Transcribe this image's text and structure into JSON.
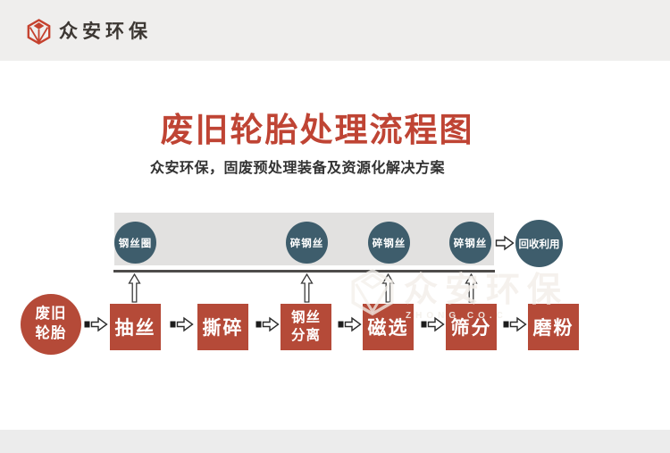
{
  "header": {
    "logo_text": "众安环保"
  },
  "hero": {
    "title": "废旧轮胎处理流程图",
    "subtitle": "众安环保，固废预处理装备及资源化解决方案"
  },
  "top_track": {
    "circles": [
      {
        "label": "钢丝圈"
      },
      {
        "label": "碎钢丝"
      },
      {
        "label": "碎钢丝"
      },
      {
        "label": "碎钢丝"
      }
    ],
    "result_label": "回收利用"
  },
  "flow": {
    "source": {
      "line1": "废旧",
      "line2": "轮胎"
    },
    "steps": [
      {
        "label": "抽丝"
      },
      {
        "label": "撕碎"
      },
      {
        "label": "钢丝分离"
      },
      {
        "label": "磁选"
      },
      {
        "label": "筛分"
      },
      {
        "label": "磨粉"
      }
    ]
  },
  "watermark": {
    "text": "众安环保",
    "subtext": "ZHONG CO.C"
  },
  "colors": {
    "accent_red": "#b54a38",
    "title_red": "#bf4434",
    "circle_slate": "#3e5d6c",
    "band_gray": "#e2e1e0",
    "header_gray": "#efeeed",
    "footer_gray": "#ececec",
    "logo_red": "#c5412e"
  },
  "icons": {
    "logo": "hexagon-gem-icon",
    "flow_arrow": "right-arrow-icon",
    "up_arrow": "up-arrow-icon",
    "result_arrow": "hollow-right-arrow-icon"
  }
}
